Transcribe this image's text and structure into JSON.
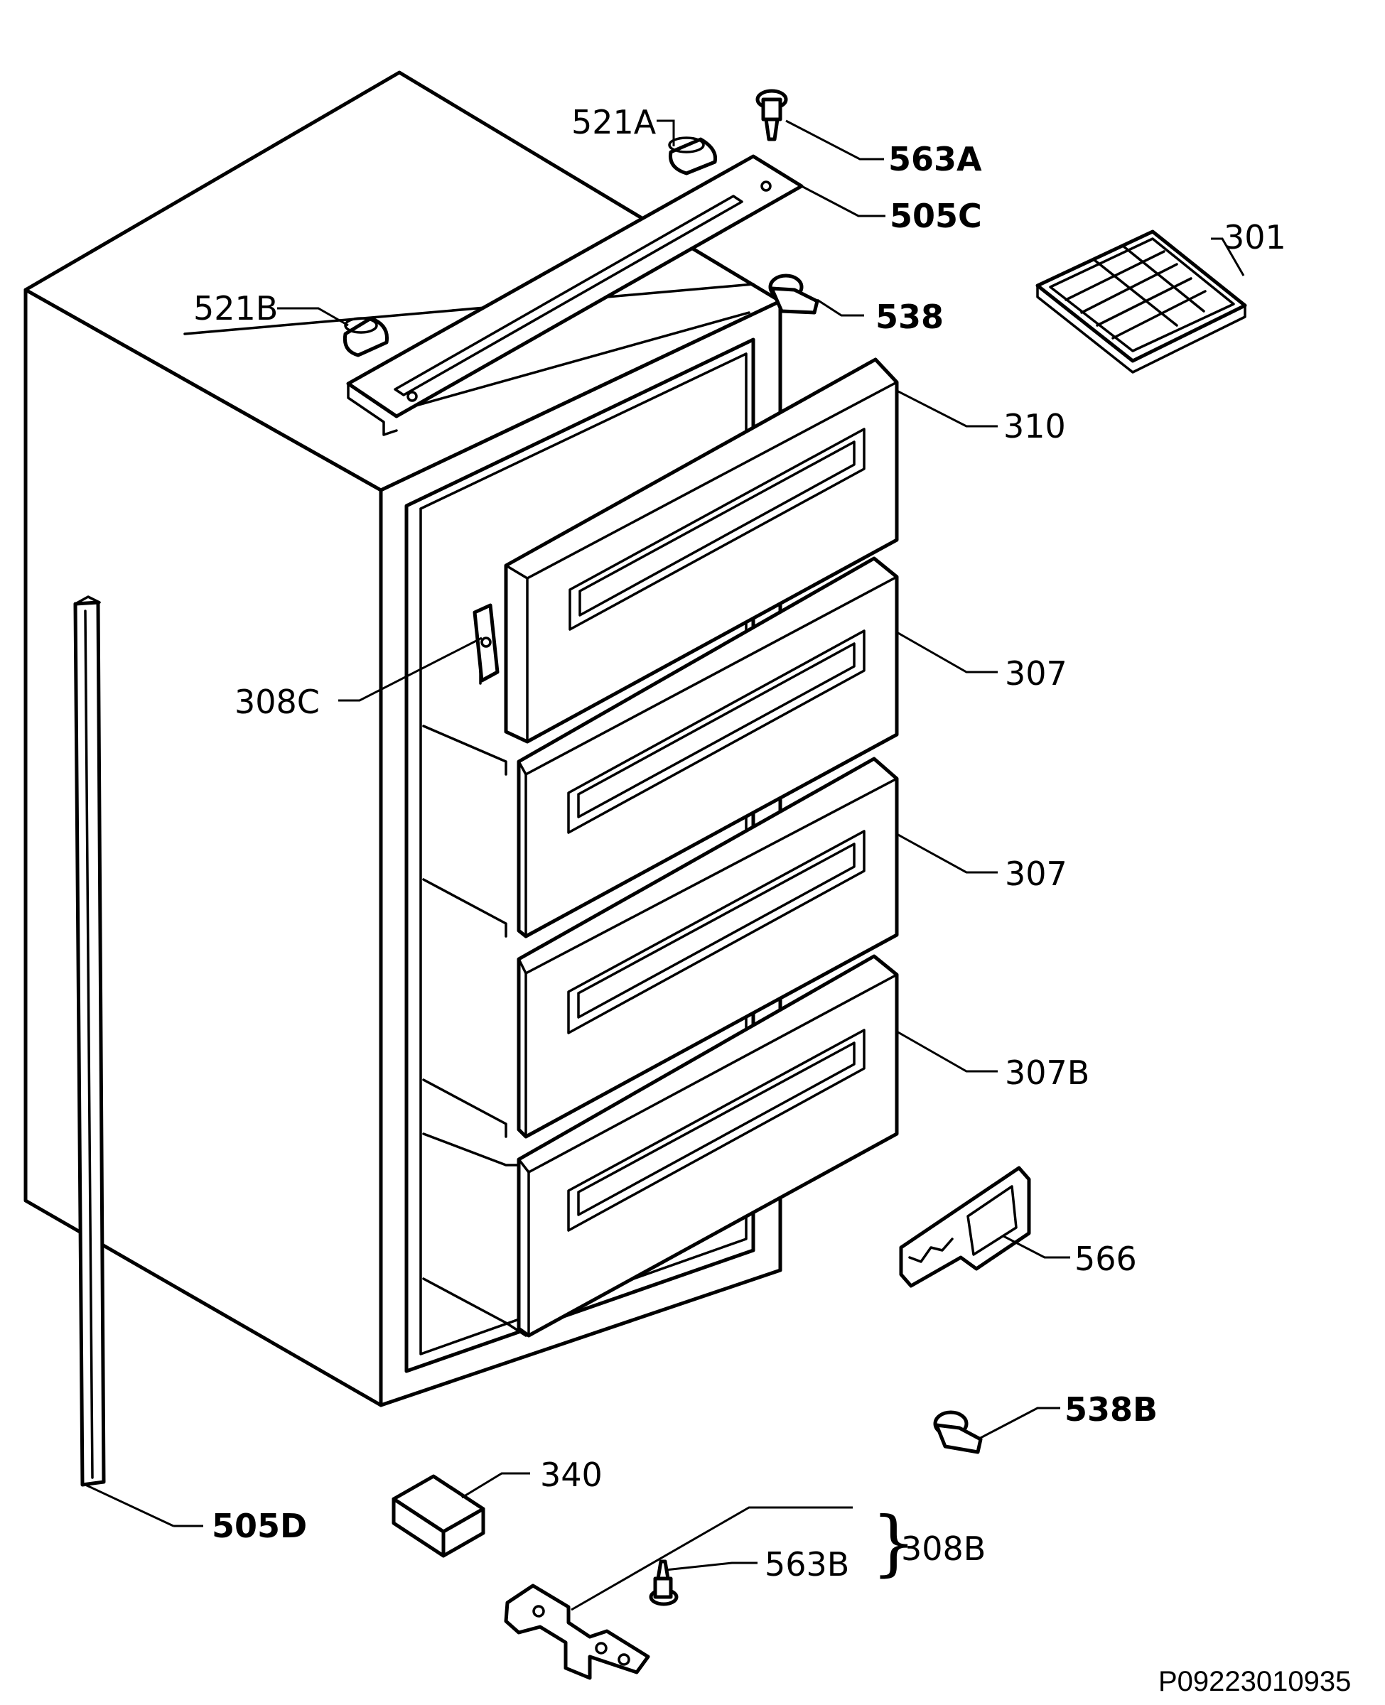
{
  "callouts": {
    "c521a": "521A",
    "c563a": "563A",
    "c505c": "505C",
    "c301": "301",
    "c521b": "521B",
    "c538": "538",
    "c310": "310",
    "c307_upper": "307",
    "c308c": "308C",
    "c307_lower": "307",
    "c307b": "307B",
    "c566": "566",
    "c538b": "538B",
    "c340": "340",
    "c505d": "505D",
    "c563b": "563B",
    "c308b": "308B"
  },
  "brace_symbol": "}",
  "document_number": "P09223010935"
}
